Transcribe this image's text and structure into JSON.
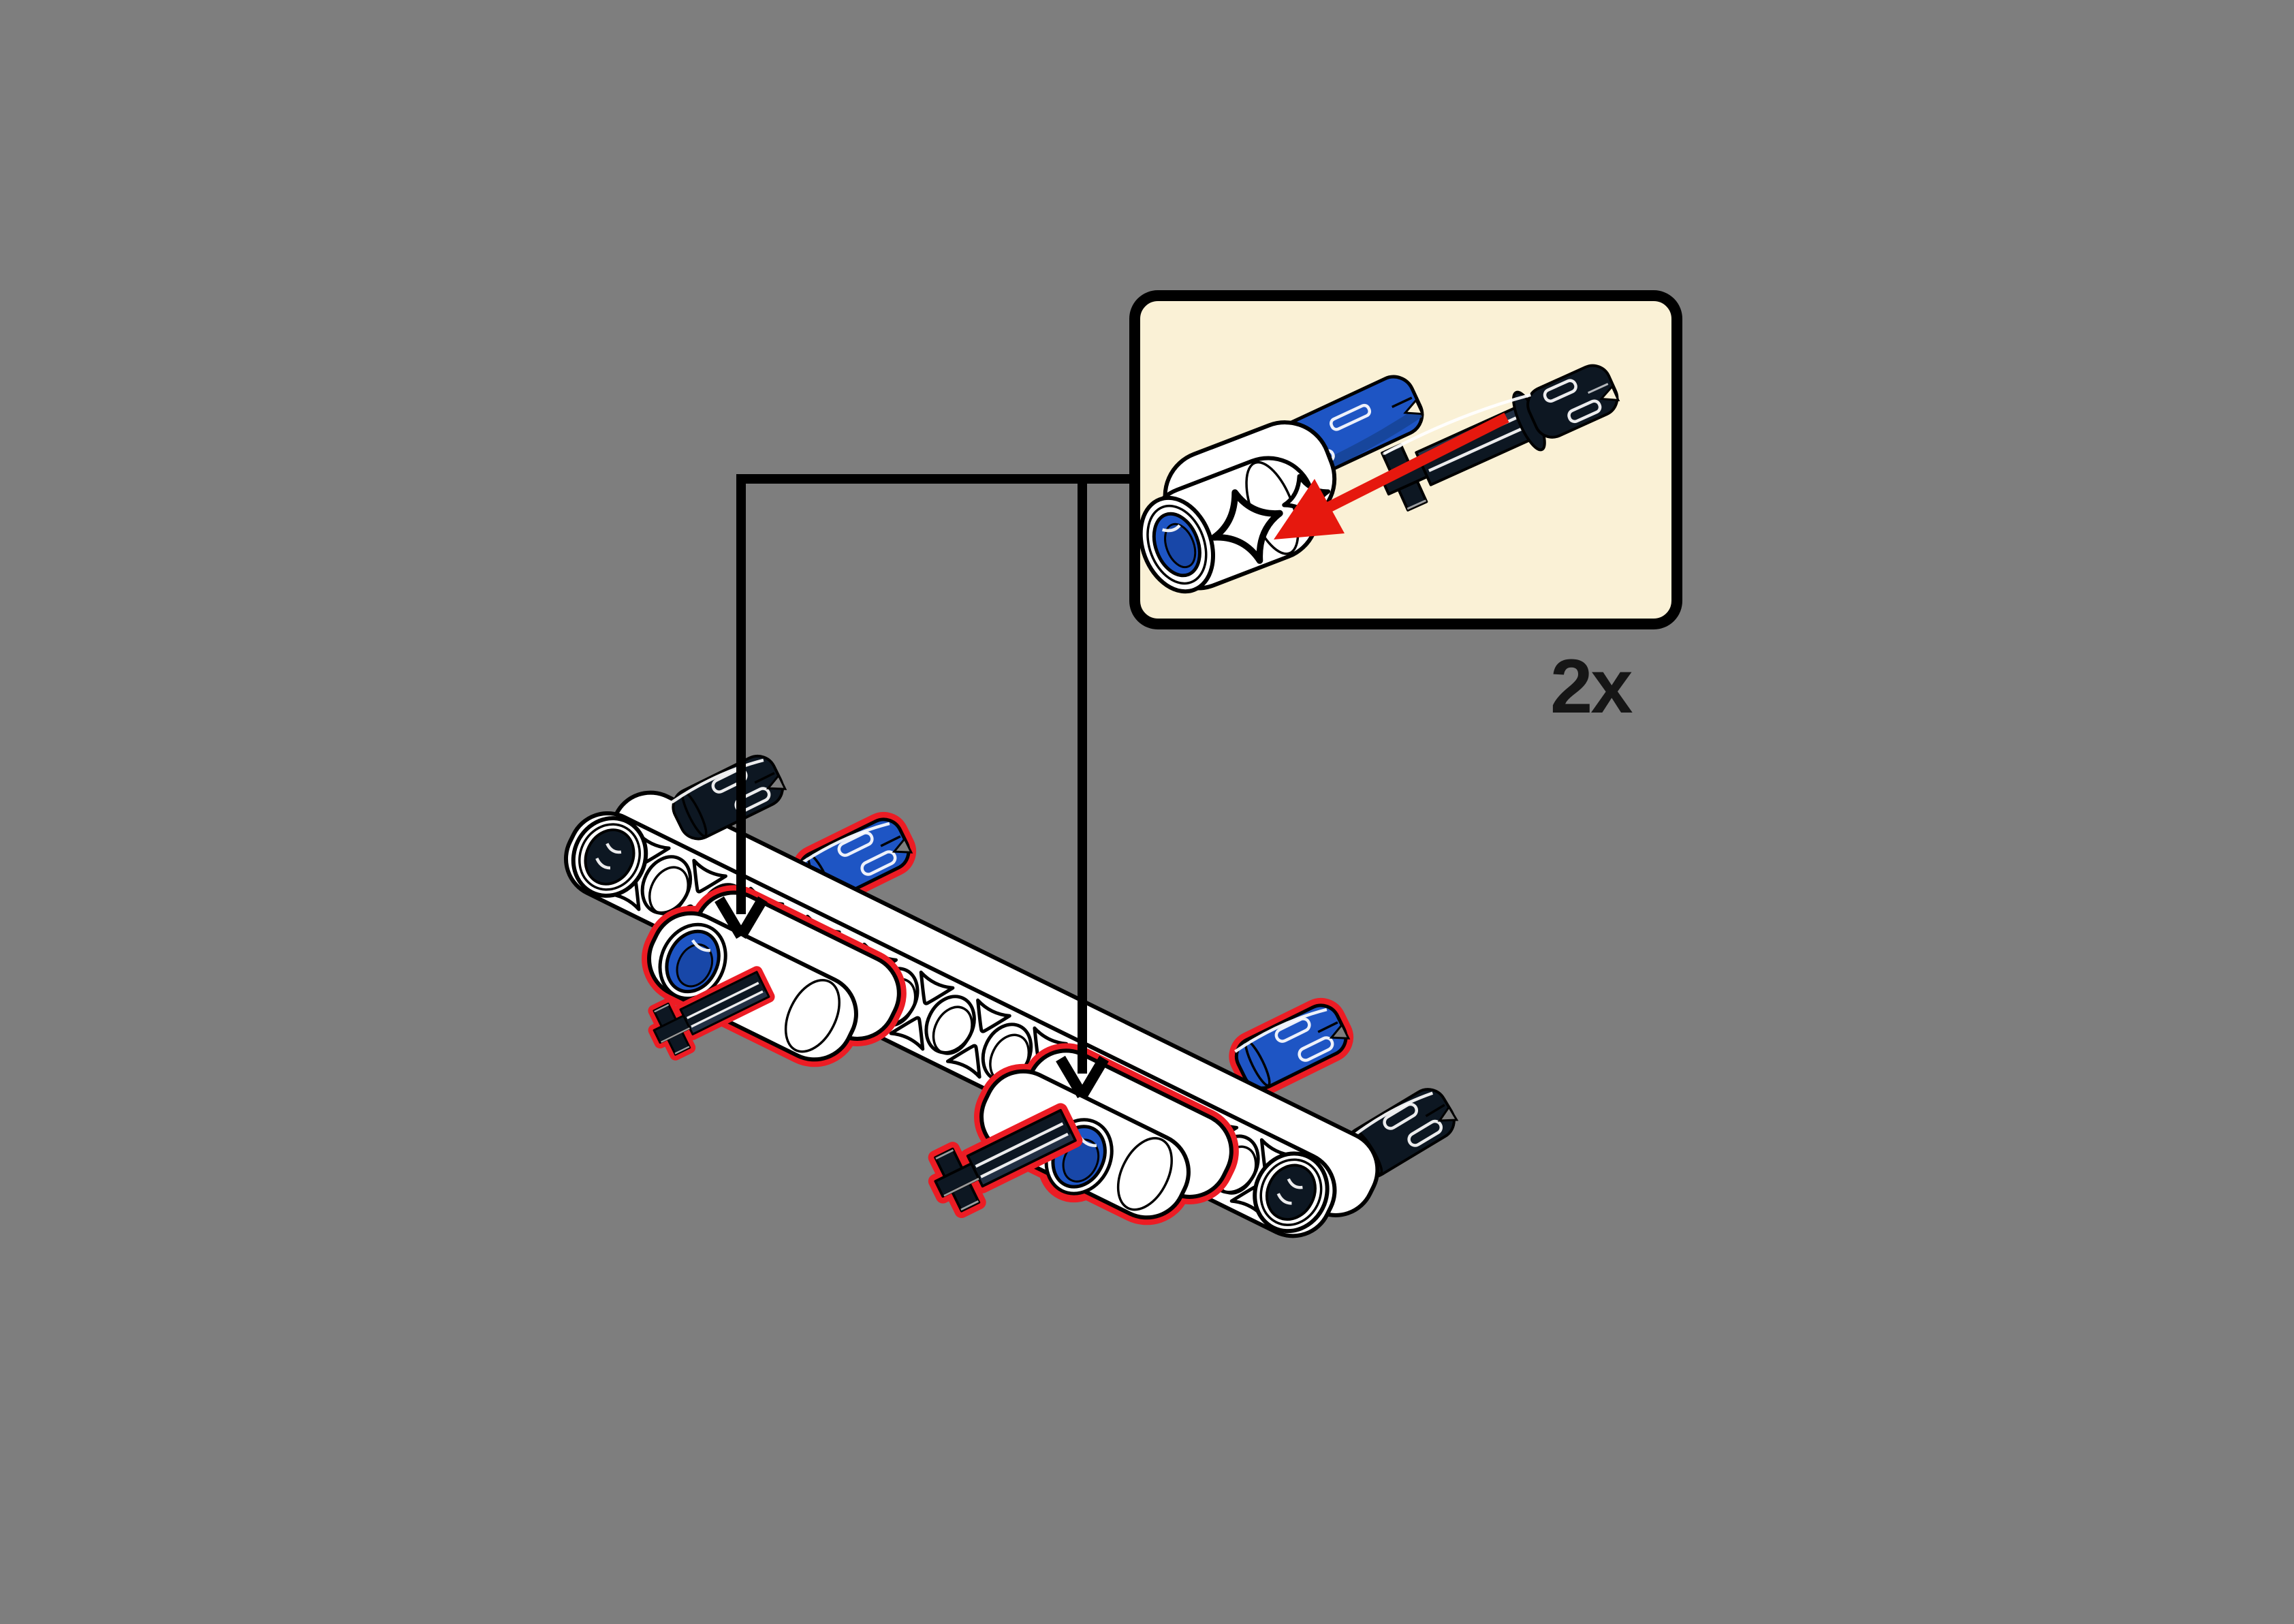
{
  "title": "LEGO building instruction step",
  "background_color": "#7E7E7E",
  "callout": {
    "quantity_label": "2x",
    "panel_color": "#FAF1D6",
    "border_color": "#000000",
    "arrow_color": "#E6180E",
    "parts": [
      {
        "name": "pin-connector-2l-white",
        "color": "#FFFFFF"
      },
      {
        "name": "technic-pin-3l-blue",
        "color": "#1E55C4"
      },
      {
        "name": "technic-axle-3l-with-pin-dark",
        "color": "#0D1722"
      }
    ]
  },
  "assembly": {
    "beam": {
      "name": "technic-beam-white",
      "color": "#FFFFFF",
      "hole_count": 13,
      "angle_deg": 26.2
    },
    "highlight_color": "#EC1C24",
    "guide_arrow_color": "#000000",
    "guide_arrow_count": 2,
    "attached_parts": [
      {
        "name": "black-pin-top-left",
        "color": "#0D1722"
      },
      {
        "name": "blue-pin-left",
        "color": "#1E55C4",
        "highlighted": true
      },
      {
        "name": "blue-pin-right",
        "color": "#1E55C4",
        "highlighted": true
      },
      {
        "name": "black-pin-right-end",
        "color": "#0D1722"
      },
      {
        "name": "connector-with-axle-left",
        "highlighted": true
      },
      {
        "name": "connector-with-axle-right",
        "highlighted": true
      }
    ]
  },
  "colors": {
    "part_blue": "#1E55C4",
    "part_dark": "#0D1722",
    "white": "#FFFFFF",
    "outline": "#000000",
    "highlight_red": "#EC1C24",
    "arrow_red": "#E6180E"
  }
}
